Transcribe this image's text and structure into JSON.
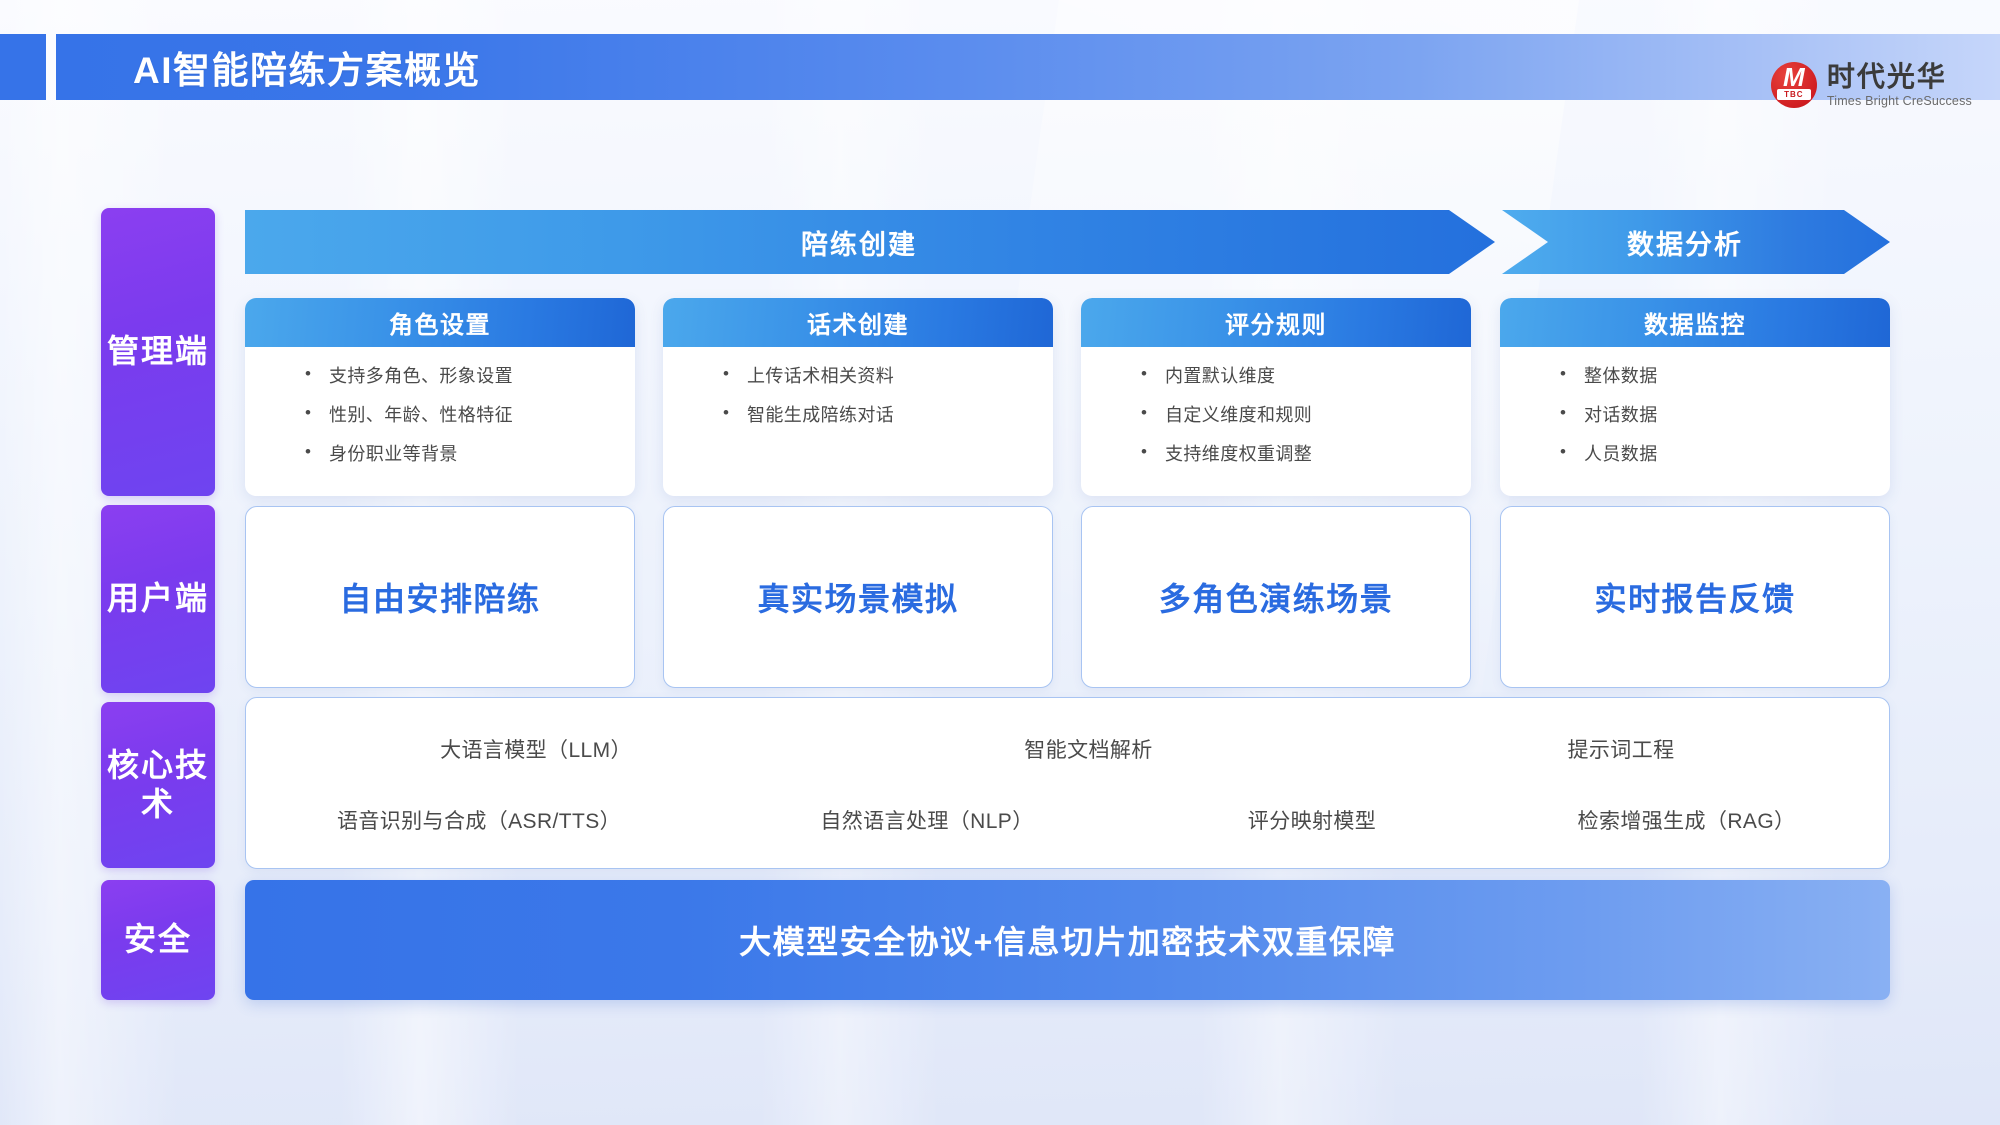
{
  "header": {
    "title": "AI智能陪练方案概览",
    "logo": {
      "mark_text": "TBC",
      "mark_glyph": "M",
      "cn": "时代光华",
      "en": "Times Bright CreSuccess"
    }
  },
  "sidebar": {
    "items": [
      {
        "label": "管理端"
      },
      {
        "label": "用户端"
      },
      {
        "label": "核心技术"
      },
      {
        "label": "安全"
      }
    ]
  },
  "flow": {
    "arrows": [
      {
        "label": "陪练创建"
      },
      {
        "label": "数据分析"
      }
    ]
  },
  "admin": {
    "cards": [
      {
        "title": "角色设置",
        "bullets": [
          "支持多角色、形象设置",
          "性别、年龄、性格特征",
          "身份职业等背景"
        ]
      },
      {
        "title": "话术创建",
        "bullets": [
          "上传话术相关资料",
          "智能生成陪练对话"
        ]
      },
      {
        "title": "评分规则",
        "bullets": [
          "内置默认维度",
          "自定义维度和规则",
          "支持维度权重调整"
        ]
      },
      {
        "title": "数据监控",
        "bullets": [
          "整体数据",
          "对话数据",
          "人员数据"
        ]
      }
    ]
  },
  "user": {
    "cards": [
      {
        "label": "自由安排陪练"
      },
      {
        "label": "真实场景模拟"
      },
      {
        "label": "多角色演练场景"
      },
      {
        "label": "实时报告反馈"
      }
    ]
  },
  "core": {
    "row1": [
      "大语言模型（LLM）",
      "智能文档解析",
      "提示词工程"
    ],
    "row2": [
      "语音识别与合成（ASR/TTS）",
      "自然语言处理（NLP）",
      "评分映射模型",
      "检索增强生成（RAG）"
    ]
  },
  "security": {
    "label": "大模型安全协议+信息切片加密技术双重保障"
  },
  "colors": {
    "brand_blue": "#3673E8",
    "arrow_light": "#4BA8EC",
    "arrow_dark": "#2470DD",
    "sidebar_purple": "#7B3BEE",
    "card_text_blue": "#2A6BE0",
    "logo_red": "#D01E22"
  }
}
